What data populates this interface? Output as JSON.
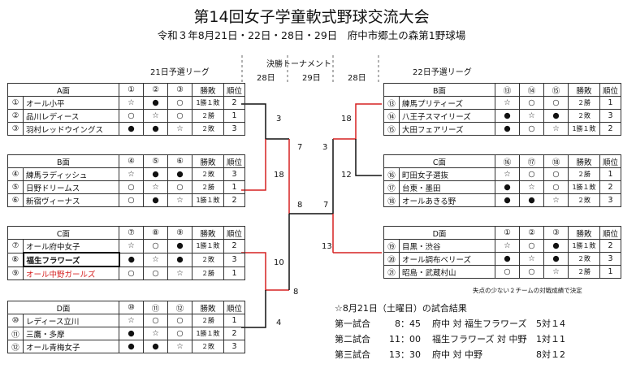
{
  "title": "第14回女子学童軟式野球交流大会",
  "subtitle": "令和３年8月21日・22日・28日・29日　府中市郷土の森第1野球場",
  "left_header": "21日予選リーグ",
  "right_header": "22日予選リーグ",
  "final_header": "決勝トーナメント",
  "date_labels": [
    "28日",
    "29日",
    "28日"
  ],
  "col_labels": {
    "record": "勝敗",
    "rank": "順位"
  },
  "groups": {
    "A": {
      "label": "A面",
      "cols": [
        "①",
        "②",
        "③"
      ],
      "rows": [
        {
          "no": "①",
          "name": "オール小平",
          "c": [
            "☆",
            "●",
            "○"
          ],
          "record": "1勝１敗",
          "rank": "2"
        },
        {
          "no": "②",
          "name": "品川レディース",
          "c": [
            "○",
            "☆",
            "○"
          ],
          "record": "２勝",
          "rank": "1"
        },
        {
          "no": "③",
          "name": "羽村レッドウイングス",
          "c": [
            "●",
            "●",
            "☆"
          ],
          "record": "２敗",
          "rank": "3"
        }
      ]
    },
    "B": {
      "label": "B面",
      "cols": [
        "④",
        "⑤",
        "⑥"
      ],
      "rows": [
        {
          "no": "④",
          "name": "練馬ラディッシュ",
          "c": [
            "☆",
            "●",
            "●"
          ],
          "record": "２敗",
          "rank": "3"
        },
        {
          "no": "⑤",
          "name": "日野ドリームス",
          "c": [
            "○",
            "☆",
            "○"
          ],
          "record": "２勝",
          "rank": "1"
        },
        {
          "no": "⑥",
          "name": "新宿ヴィーナス",
          "c": [
            "○",
            "●",
            "☆"
          ],
          "record": "1勝１敗",
          "rank": "2"
        }
      ]
    },
    "C": {
      "label": "C面",
      "cols": [
        "⑦",
        "⑧",
        "⑨"
      ],
      "rows": [
        {
          "no": "⑦",
          "name": "オール府中女子",
          "c": [
            "☆",
            "○",
            "●"
          ],
          "record": "1勝１敗",
          "rank": "2"
        },
        {
          "no": "⑧",
          "name": "福生フラワーズ",
          "c": [
            "●",
            "☆",
            "●"
          ],
          "record": "２敗",
          "rank": "3"
        },
        {
          "no": "⑨",
          "name": "オール中野ガールズ",
          "c": [
            "○",
            "○",
            "☆"
          ],
          "record": "２勝",
          "rank": "1"
        }
      ]
    },
    "D": {
      "label": "D面",
      "cols": [
        "⑩",
        "⑪",
        "⑫"
      ],
      "rows": [
        {
          "no": "⑩",
          "name": "レディース立川",
          "c": [
            "☆",
            "○",
            "○"
          ],
          "record": "２勝",
          "rank": "1"
        },
        {
          "no": "⑪",
          "name": "三鷹・多摩",
          "c": [
            "●",
            "☆",
            "○"
          ],
          "record": "1勝１敗",
          "rank": "2"
        },
        {
          "no": "⑫",
          "name": "オール青梅女子",
          "c": [
            "●",
            "●",
            "☆"
          ],
          "record": "２敗",
          "rank": "3"
        }
      ]
    },
    "B2": {
      "label": "B面",
      "cols": [
        "⑬",
        "⑭",
        "⑮"
      ],
      "rows": [
        {
          "no": "⑬",
          "name": "練馬プリティーズ",
          "c": [
            "☆",
            "○",
            "○"
          ],
          "record": "２勝",
          "rank": "1"
        },
        {
          "no": "⑭",
          "name": "八王子スマイリーズ",
          "c": [
            "●",
            "☆",
            "●"
          ],
          "record": "２敗",
          "rank": "3"
        },
        {
          "no": "⑮",
          "name": "大田フェアリーズ",
          "c": [
            "●",
            "○",
            "☆"
          ],
          "record": "1勝１敗",
          "rank": "2"
        }
      ]
    },
    "C2": {
      "label": "C面",
      "cols": [
        "⑯",
        "⑰",
        "⑱"
      ],
      "rows": [
        {
          "no": "⑯",
          "name": "町田女子選抜",
          "c": [
            "☆",
            "○",
            "○"
          ],
          "record": "２勝",
          "rank": "1"
        },
        {
          "no": "⑰",
          "name": "台東・墨田",
          "c": [
            "●",
            "☆",
            "○"
          ],
          "record": "1勝１敗",
          "rank": "2"
        },
        {
          "no": "⑱",
          "name": "オールあきる野",
          "c": [
            "●",
            "●",
            "☆"
          ],
          "record": "２敗",
          "rank": "3"
        }
      ]
    },
    "D2": {
      "label": "D面",
      "cols": [
        "①",
        "②",
        "③"
      ],
      "rows": [
        {
          "no": "⑲",
          "name": "目黒・渋谷",
          "c": [
            "☆",
            "○",
            "●"
          ],
          "record": "1勝１敗",
          "rank": "2"
        },
        {
          "no": "⑳",
          "name": "オール調布ベリーズ",
          "c": [
            "●",
            "☆",
            "●"
          ],
          "record": "２敗",
          "rank": "3"
        },
        {
          "no": "㉑",
          "name": "昭島・武蔵村山",
          "c": [
            "○",
            "○",
            "☆"
          ],
          "record": "２勝",
          "rank": "1"
        }
      ]
    }
  },
  "scores": {
    "a_top": "3",
    "b_top": "18",
    "ab": "7",
    "cd_top": "10",
    "cd_bot": "4",
    "cd": "8",
    "left_final": "8",
    "right_final": "7",
    "rb_top": "18",
    "rc": "12",
    "rbc": "3",
    "rd": "13"
  },
  "note": "失点の少ない２チームの対戦成績で決定",
  "results": {
    "heading": "☆8月21日（土曜日）の試合結果",
    "games": [
      {
        "label": "第一試合",
        "time": "8：45",
        "match": "府中 対 福生フラワーズ",
        "score": "5対１4"
      },
      {
        "label": "第二試合",
        "time": "11：00",
        "match": "福生フラワーズ 対 中野",
        "score": "1対１1"
      },
      {
        "label": "第三試合",
        "time": "13：30",
        "match": "府中 対 中野",
        "score": "8対１2"
      }
    ]
  }
}
